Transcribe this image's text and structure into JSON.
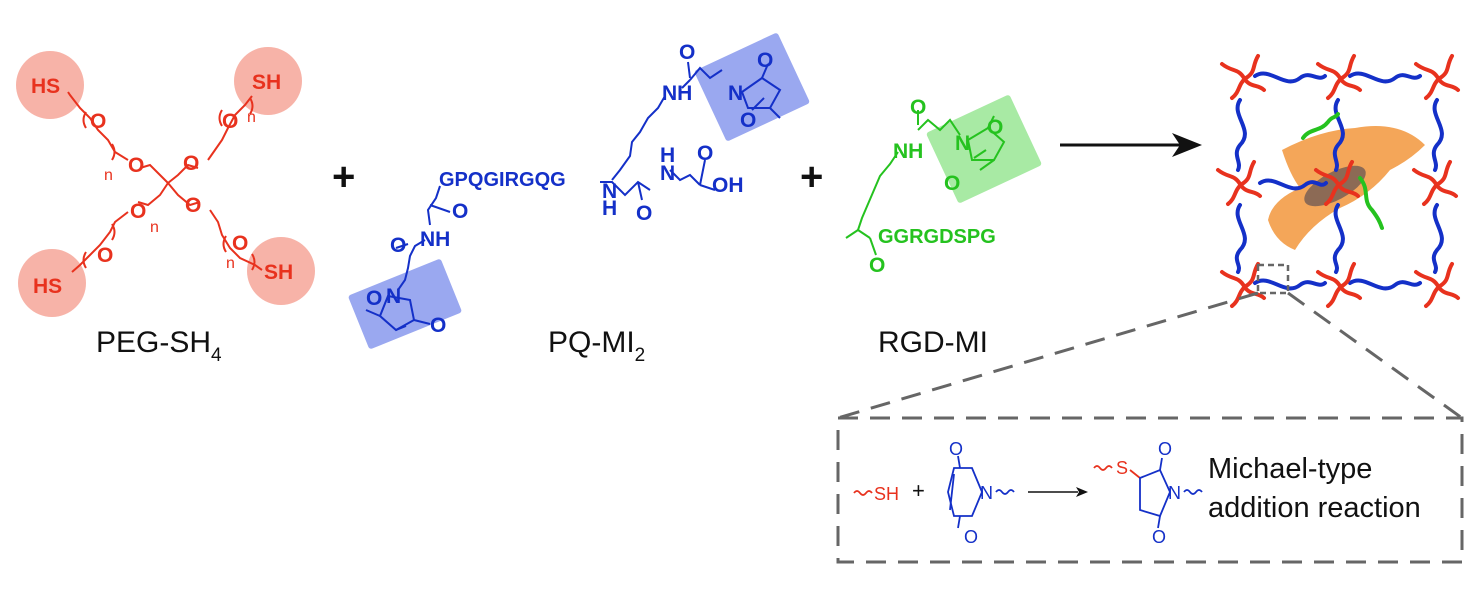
{
  "colors": {
    "peg": "#e8321e",
    "pq": "#1430c8",
    "rgd": "#25c21f",
    "thiol_circle": "#f7b3a8",
    "pq_highlight": "#9aa8f0",
    "rgd_highlight": "#a8eaa4",
    "cell": "#f4a659",
    "nucleus": "#8c6a55",
    "frame": "#666666"
  },
  "peg": {
    "label": "PEG-SH",
    "label_sub": "4",
    "thiol": "SH",
    "thiol_left": "HS",
    "oxygen": "O",
    "repeat": "n"
  },
  "pq": {
    "label": "PQ-MI",
    "label_sub": "2",
    "sequence": "GPQGIRGQG",
    "n": "N",
    "o": "O",
    "nh": "NH",
    "h": "H",
    "oh": "OH"
  },
  "rgd": {
    "label": "RGD-MI",
    "sequence": "GGRGDSPG",
    "n": "N",
    "o": "O",
    "nh": "NH"
  },
  "operators": {
    "plus": "+"
  },
  "inset": {
    "title_line1": "Michael-type",
    "title_line2": "addition reaction",
    "thiol": "SH",
    "s": "S",
    "n": "N",
    "o": "O",
    "plus": "+"
  }
}
